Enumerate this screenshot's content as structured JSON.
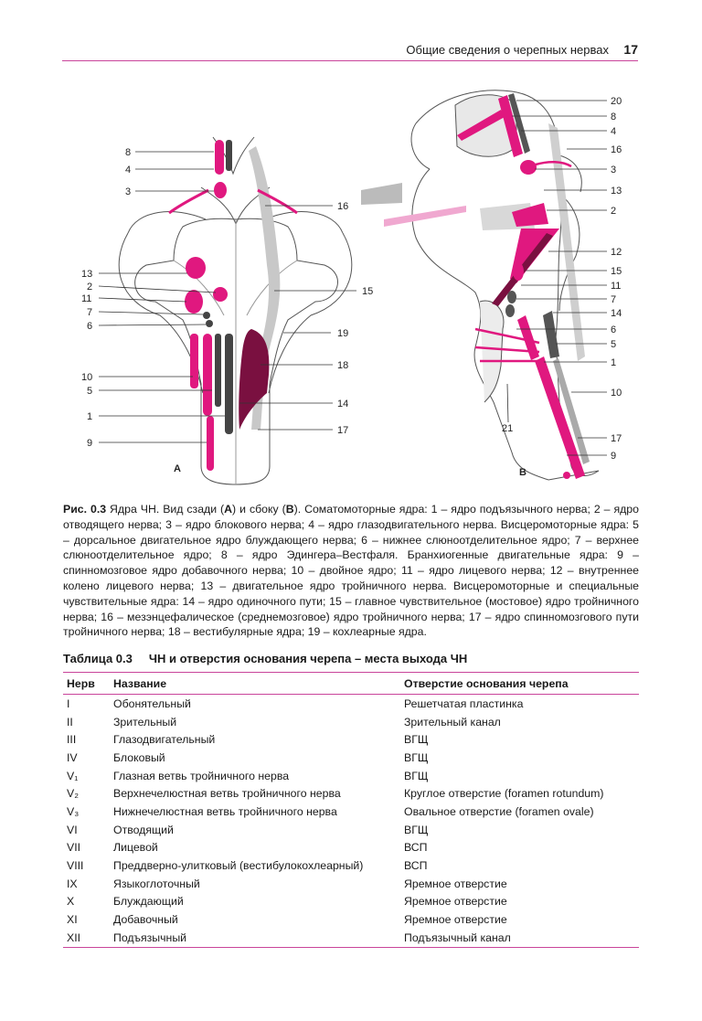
{
  "header": {
    "title": "Общие сведения о черепных нервах",
    "page_number": "17"
  },
  "figure": {
    "panel_a": "A",
    "panel_b": "B",
    "labels_a_left": [
      "8",
      "4",
      "3",
      "13",
      "2",
      "11",
      "7",
      "6",
      "10",
      "5",
      "1",
      "9"
    ],
    "labels_a_right": [
      "16",
      "15",
      "19",
      "18",
      "14",
      "17"
    ],
    "labels_b_right": [
      "20",
      "8",
      "4",
      "16",
      "3",
      "13",
      "2",
      "12",
      "15",
      "11",
      "7",
      "14",
      "6",
      "5",
      "1",
      "10",
      "17",
      "9"
    ],
    "label_b_bottom": "21"
  },
  "caption": {
    "fig_no": "Рис. 0.3",
    "lead": " Ядра ЧН. Вид сзади (",
    "a": "A",
    "mid": ") и сбоку (",
    "b": "B",
    "close": "). ",
    "body": "Соматомоторные ядра: 1 – ядро подъязычного нерва; 2 – ядро отводящего нерва; 3 – ядро блокового нерва; 4 – ядро глазодвигательного нерва. Висцеромоторные ядра: 5 – дорсальное двигательное ядро блуждающего нерва; 6 – нижнее слюноотделительное ядро; 7 – верхнее слюноотделительное ядро; 8 – ядро Эдингера–Вестфаля. Бранхиогенные двигательные ядра: 9 – спинномозговое ядро добавочного нерва; 10 – двойное ядро; 11 – ядро лицевого нерва; 12 – внутреннее колено лицевого нерва; 13 – двигательное ядро тройничного нерва. Висцеромоторные и специальные чувствительные ядра: 14 – ядро одиночного пути; 15 – главное чувствительное (мостовое) ядро тройничного нерва; 16 – мезэнцефалическое (среднемозговое) ядро тройничного нерва; 17 – ядро спинномозгового пути тройничного нерва; 18 – вестибулярные ядра; 19 – кохлеарные ядра."
  },
  "table": {
    "title": "Таблица 0.3     ЧН и отверстия основания черепа – места выхода ЧН",
    "headers": [
      "Нерв",
      "Название",
      "Отверстие основания черепа"
    ],
    "rows": [
      [
        "I",
        "Обонятельный",
        "Решетчатая пластинка"
      ],
      [
        "II",
        "Зрительный",
        "Зрительный канал"
      ],
      [
        "III",
        "Глазодвигательный",
        "ВГЩ"
      ],
      [
        "IV",
        "Блоковый",
        "ВГЩ"
      ],
      [
        "V₁",
        "Глазная ветвь тройничного нерва",
        "ВГЩ"
      ],
      [
        "V₂",
        "Верхнечелюстная ветвь тройничного нерва",
        "Круглое отверстие (foramen rotundum)"
      ],
      [
        "V₃",
        "Нижнечелюстная ветвь тройничного нерва",
        "Овальное отверстие (foramen ovale)"
      ],
      [
        "VI",
        "Отводящий",
        "ВГЩ"
      ],
      [
        "VII",
        "Лицевой",
        "ВСП"
      ],
      [
        "VIII",
        "Преддверно-улитковый (вестибулокохлеарный)",
        "ВСП"
      ],
      [
        "IX",
        "Языкоглоточный",
        "Яремное отверстие"
      ],
      [
        "X",
        "Блуждающий",
        "Яремное отверстие"
      ],
      [
        "XI",
        "Добавочный",
        "Яремное отверстие"
      ],
      [
        "XII",
        "Подъязычный",
        "Подъязычный канал"
      ]
    ]
  },
  "colors": {
    "accent": "#e0187f",
    "dark": "#3a3a3a",
    "brainstem": "#8b1a4a",
    "line": "#c9449a"
  }
}
